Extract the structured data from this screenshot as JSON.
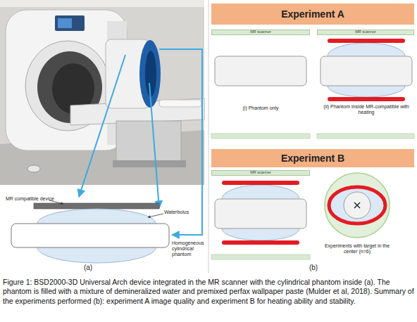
{
  "diagram": {
    "caption": "Figure 1: BSD2000-3D Universal Arch device integrated in the MR scanner with the cylindrical phantom inside (a). The phantom is filled with a mixture of demineralized water and premixed perfax wallpaper paste (Mulder et al, 2018). Summary of the experiments performed (b): experiment A image quality and experiment B for heating ability and stability.",
    "nodes": [
      {
        "text": [
          "Experiment A"
        ]
      },
      {
        "text": [
          "MR scanner"
        ]
      },
      {
        "text": [
          "MR scanner"
        ]
      },
      {
        "text": [
          "Experiment B"
        ]
      },
      {
        "text": [
          "MR scanner"
        ]
      }
    ],
    "labels": [
      "MR compatible device",
      "Waterbolus",
      "Homogeneous cylindrical phantom",
      "(a)",
      "(i) Phantom only",
      "(ii) Phantom inside MR-compatible with heating",
      "Experiments with target in the center (n=6)",
      "(b)"
    ]
  }
}
